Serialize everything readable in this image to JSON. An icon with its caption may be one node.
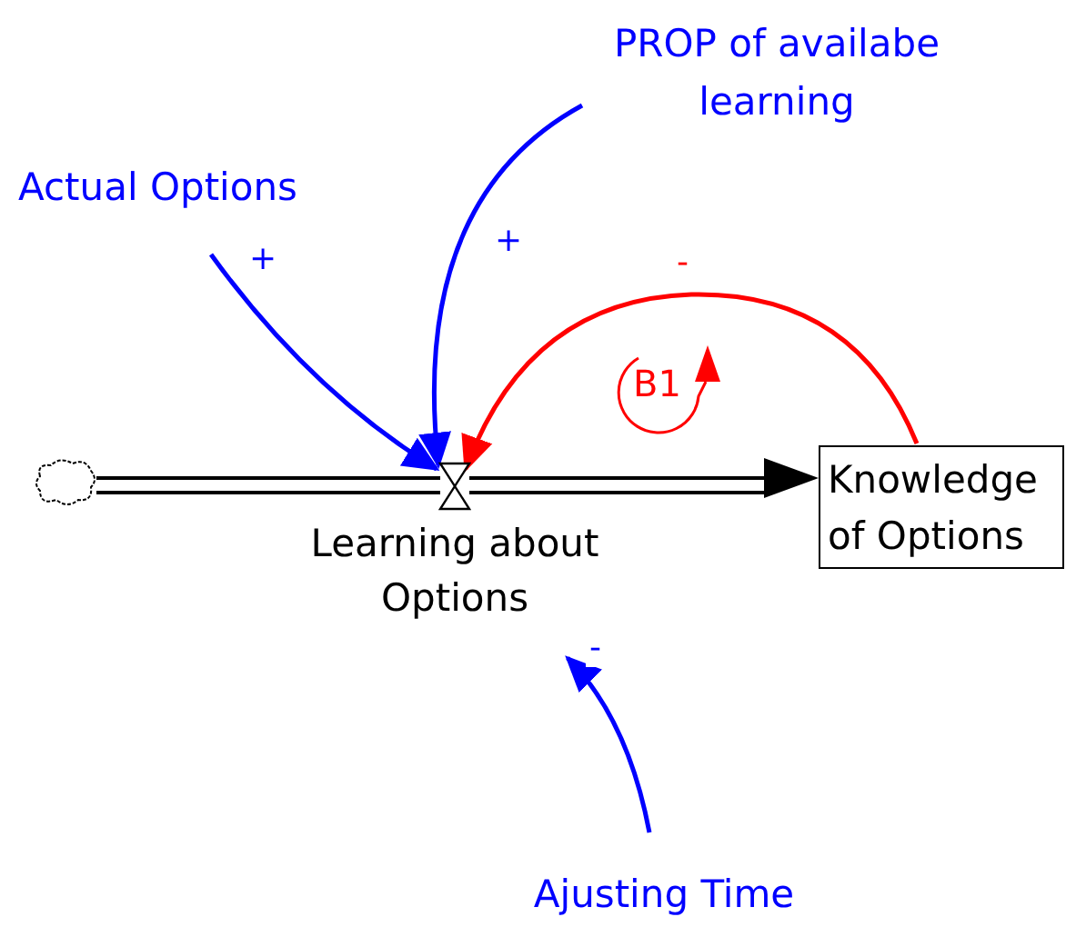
{
  "diagram": {
    "nodes": [
      {
        "text": [],
        "shape": "cloud"
      },
      {
        "text": [],
        "shape": "valve"
      },
      {
        "text": [
          "Learning about Options"
        ]
      },
      {
        "text": [
          "Knowledge of Options"
        ]
      },
      {
        "text": [
          "Actual Options"
        ]
      },
      {
        "text": [
          "PROP of availabe learning"
        ]
      },
      {
        "text": [
          "Ajusting Time"
        ]
      }
    ],
    "edges": [
      {
        "from": 0,
        "to": 1,
        "arrow": "none",
        "color": "#000000"
      },
      {
        "from": 1,
        "to": 3,
        "arrow": "to",
        "color": "#000000"
      },
      {
        "from": 4,
        "to": 1,
        "arrow": "to",
        "label": "+"
      },
      {
        "from": 5,
        "to": 1,
        "arrow": "to",
        "label": "+"
      },
      {
        "from": 3,
        "to": 1,
        "arrow": "to",
        "label": "-",
        "color": "#ff0000"
      },
      {
        "from": 6,
        "to": 2,
        "arrow": "to",
        "label": "-"
      }
    ],
    "labels": [
      "B1"
    ]
  }
}
